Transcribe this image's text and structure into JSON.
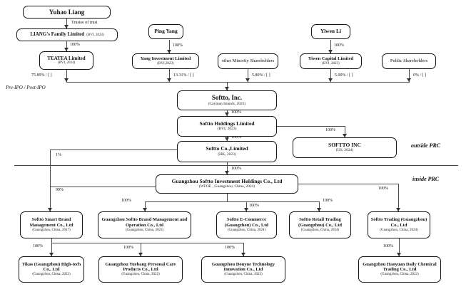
{
  "region_labels": {
    "pre_post_ipo": "Pre-IPO / Post-IPO",
    "outside_prc": "outside PRC",
    "inside_prc": "inside PRC"
  },
  "edge_labels": {
    "trustee": "Trustee of trust",
    "pct_100": "100%",
    "pct_1": "1%",
    "pct_99": "99%",
    "teatea_to_softto": "75.89% / [  ]",
    "yang_to_softto": "13.31% / [  ]",
    "minority_to_softto": "5.80% / [  ]",
    "yiwen_to_softto": "5.00% / [  ]",
    "public_to_softto": "0% / [  ]"
  },
  "nodes": {
    "yuhao_liang": {
      "name": "Yuhao Liang"
    },
    "liangs_family": {
      "name": "LIANG's Family Limited",
      "sub": "(BVI, 2023)"
    },
    "teatea": {
      "name": "TEATEA Limited",
      "sub": "(BVI, 2024)"
    },
    "ping_yang": {
      "name": "Ping Yang"
    },
    "yang_investment": {
      "name": "Yang Investment Limited",
      "sub": "(BVI,2023)"
    },
    "minority": {
      "name": "other Minority Shareholders"
    },
    "yiwen_li": {
      "name": "Yiwen Li"
    },
    "yiwen_capital": {
      "name": "Yiwen Capital Limited",
      "sub": "(BVI, 2023)"
    },
    "public_shareholders": {
      "name": "Public Shareholders"
    },
    "softto_inc": {
      "name": "Softto, Inc.",
      "sub": "(Cayman Islands, 2023)"
    },
    "softto_holdings": {
      "name": "Softto Holdings Limited",
      "sub": "(BVI, 2023)"
    },
    "softto_co": {
      "name": "Softto Co.,Limited",
      "sub": "(HK, 2023)"
    },
    "softto_inc_us": {
      "name": "SOFTTO INC",
      "sub": "(US, 2024)"
    },
    "invest_holdings": {
      "name": "Guangzhou Softto Investment Holdings Co., Ltd",
      "sub": "(WFOE , Guangzhou, China, 2024)"
    },
    "smart_brand": {
      "name": "Softto Smart Brand Management Co., Ltd",
      "sub": "(Guangzhou, China, 2017)"
    },
    "gz_brand": {
      "name": "Guangzhou Softto Brand Management and Operation Co., Ltd",
      "sub": "(Guangzhou, China, 2023)"
    },
    "e_commerce": {
      "name": "Softto E-Commerce (Guangzhou) Co., Ltd",
      "sub": "(Guangzhou, China, 2024)"
    },
    "retail_trading": {
      "name": "Softto Retail Trading (Guangzhou) Co., Ltd",
      "sub": "(Guangzhou, China, 2024)"
    },
    "softto_trading": {
      "name": "Softto Trading (Guangzhou) Co., Ltd",
      "sub": "(Guangzhou, China, 2024)"
    },
    "tikas": {
      "name": "Tikas (Guangzhou) High-tech Co., Ltd",
      "sub": "(Guangzhou, China, 2022)"
    },
    "yuebang": {
      "name": "Guangzhou Yuebang Personal Care Products Co., Ltd",
      "sub": "(Guangzhou, China, 2022)"
    },
    "douyue": {
      "name": "Guangzhou Douyue Technology Innovation Co., Ltd",
      "sub": "(Guangzhou, China, 2022)"
    },
    "haoyuan": {
      "name": "Guangzhou Haoyuan Daily Chemical Trading Co., Ltd",
      "sub": "(Guangzhou, China, 2022)"
    }
  }
}
